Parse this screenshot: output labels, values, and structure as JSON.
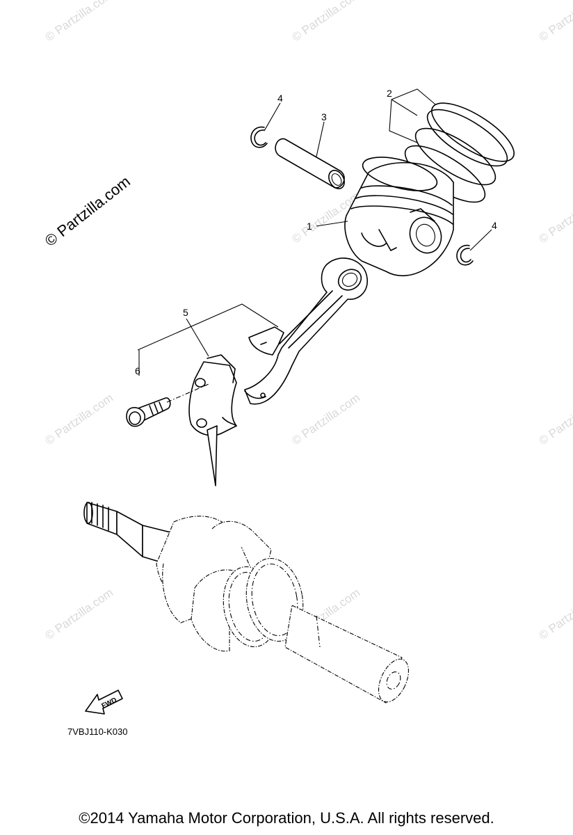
{
  "diagram": {
    "callouts": {
      "piston": "1",
      "piston_ring_set": "2",
      "piston_pin": "3",
      "circlip_left": "4",
      "circlip_right": "4",
      "connecting_rod": "5",
      "bolt": "6"
    },
    "part_code": "7VBJ110-K030",
    "fwd_label": "FWD",
    "watermark_main": "© Partzilla.com",
    "watermark_repeat": "© Partzilla.com"
  },
  "footer": {
    "copyright": "©2014  Yamaha Motor Corporation, U.S.A. All rights reserved."
  }
}
